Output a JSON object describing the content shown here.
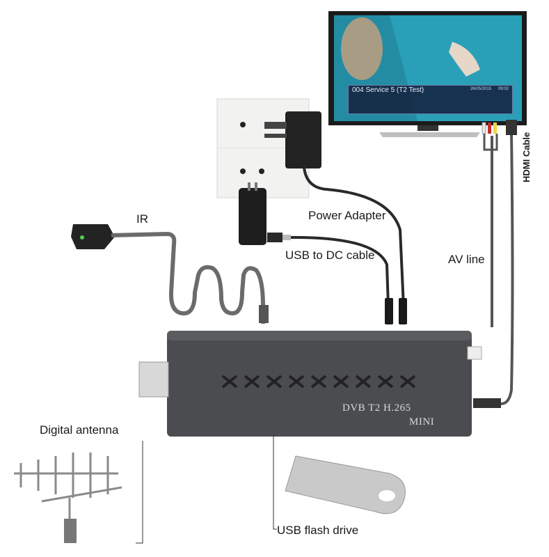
{
  "labels": {
    "ir": "IR",
    "power_adapter": "Power Adapter",
    "usb_dc": "USB to DC cable",
    "av_line": "AV line",
    "hdmi_cable": "HDMI Cable",
    "digital_antenna": "Digital antenna",
    "usb_flash": "USB flash drive"
  },
  "device": {
    "model": "DVB T2 H.265",
    "name": "MINI"
  },
  "tv_screen": {
    "channel": "004 Service 5 (T2 Test)",
    "date": "26/05/2015",
    "time": "09:02"
  },
  "colors": {
    "device_body": "#4a4c4f",
    "cable": "#2a2a2a",
    "tv_bezel": "#1b1b1b",
    "tv_screen": "#2aa0b8"
  }
}
